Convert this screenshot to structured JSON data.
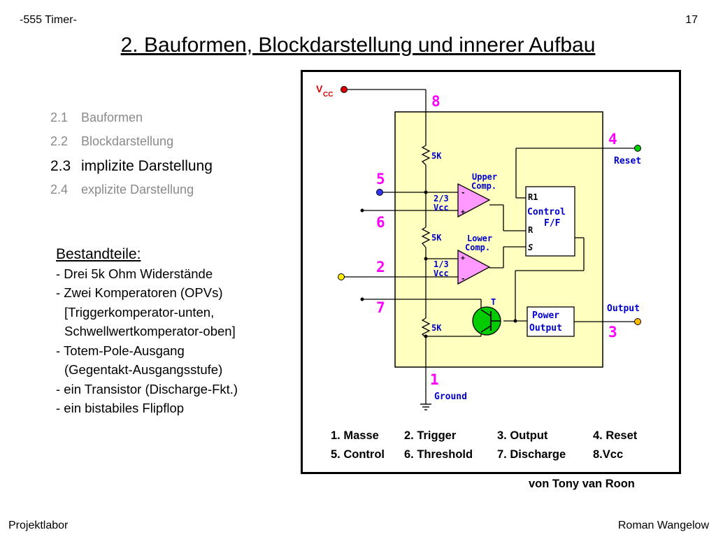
{
  "header": {
    "left": "-555 Timer-",
    "page_number": "17"
  },
  "title": "2. Bauformen, Blockdarstellung und innerer Aufbau",
  "toc": [
    {
      "num": "2.1",
      "label": "Bauformen",
      "active": false
    },
    {
      "num": "2.2",
      "label": "Blockdarstellung",
      "active": false
    },
    {
      "num": "2.3",
      "label": "implizite Darstellung",
      "active": true
    },
    {
      "num": "2.4",
      "label": "explizite Darstellung",
      "active": false
    }
  ],
  "components": {
    "heading": "Bestandteile:",
    "lines": [
      "- Drei 5k Ohm Widerstände",
      "- Zwei Komperatoren (OPVs)",
      "[Triggerkomperator-unten,",
      "Schwellwertkomperator-oben]",
      "- Totem-Pole-Ausgang",
      "(Gegentakt-Ausgangsstufe)",
      "- ein Transistor (Discharge-Fkt.)",
      "- ein bistabiles Flipflop"
    ]
  },
  "diagram": {
    "vcc_label": "V",
    "vcc_sub": "CC",
    "pins": {
      "p8": "8",
      "p4": "4",
      "p5": "5",
      "p6": "6",
      "p2": "2",
      "p7": "7",
      "p3": "3",
      "p1": "1"
    },
    "resistor": "5K",
    "upper_comp": [
      "Upper",
      "Comp."
    ],
    "lower_comp": [
      "Lower",
      "Comp."
    ],
    "upper_ref": [
      "2/3",
      "Vcc"
    ],
    "lower_ref": [
      "1/3",
      "Vcc"
    ],
    "reset_label": "Reset",
    "output_label": "Output",
    "ground_label": "Ground",
    "transistor_label": "T",
    "ff": {
      "r1": "R1",
      "line1": "Control",
      "line2": "F/F",
      "r": "R",
      "s": "S"
    },
    "power_output": [
      "Power",
      "Output"
    ],
    "legend": [
      [
        "1. Masse",
        "2. Trigger",
        "3. Output",
        "4. Reset"
      ],
      [
        "5. Control",
        "6. Threshold",
        "7. Discharge",
        "8.Vcc"
      ]
    ],
    "colors": {
      "chip": "#ffffc0",
      "pin_number": "#ff00ff",
      "label_blue": "#0000cc",
      "comparator": "#ff99ff",
      "transistor": "#00cc00",
      "vcc_dot": "#dd0000",
      "reset_dot": "#00cc00",
      "control_dot": "#3333ff",
      "trigger_dot": "#ffee00",
      "output_dot": "#ffbb00"
    }
  },
  "credit": "von Tony van Roon",
  "footer": {
    "left": "Projektlabor",
    "right": "Roman Wangelow"
  }
}
